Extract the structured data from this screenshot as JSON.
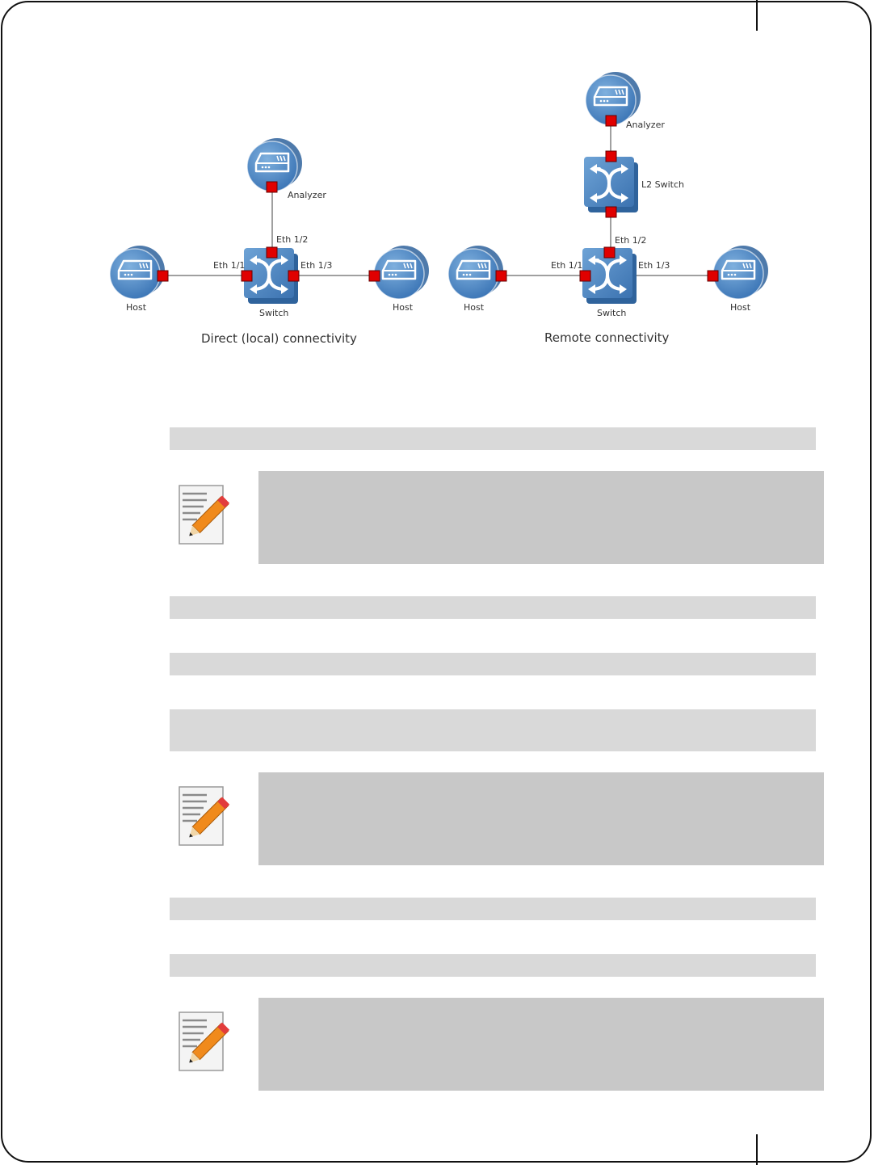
{
  "diagrams": [
    {
      "title": "Direct (local) connectivity",
      "devices": {
        "analyzer": "Analyzer",
        "switch": "Switch",
        "host_left": "Host",
        "host_right": "Host"
      },
      "ports": {
        "p1": "Eth 1/1",
        "p2": "Eth 1/2",
        "p3": "Eth 1/3"
      }
    },
    {
      "title": "Remote connectivity",
      "devices": {
        "analyzer": "Analyzer",
        "l2switch": "L2 Switch",
        "switch": "Switch",
        "host_left": "Host",
        "host_right": "Host"
      },
      "ports": {
        "p1": "Eth 1/1",
        "p2": "Eth 1/2",
        "p3": "Eth 1/3"
      }
    }
  ],
  "colors": {
    "device_blue": "#4a86c5",
    "device_dark": "#2f639c",
    "port_red": "#e00000",
    "bar_gray": "#d9d9d9",
    "note_gray": "#c8c8c8"
  },
  "icons": [
    "analyzer-icon",
    "switch-icon",
    "host-icon",
    "note-pencil-icon"
  ]
}
